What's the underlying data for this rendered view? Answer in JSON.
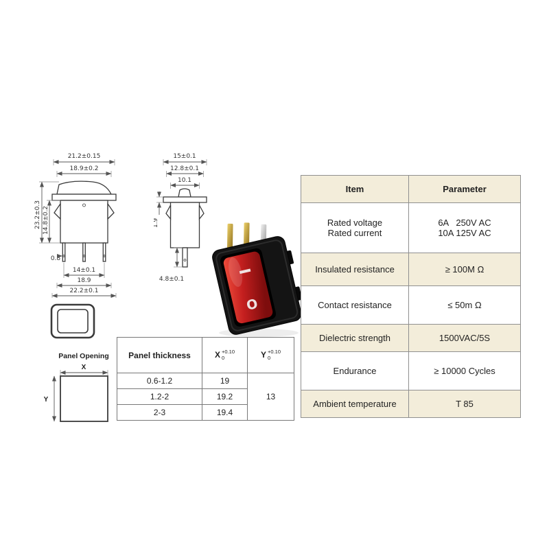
{
  "front_view": {
    "dim_width_outer": "21.2±0.15",
    "dim_width_rocker": "18.9±0.2",
    "dim_height_total": "23.2±0.3",
    "dim_height_body": "14.8±0.2",
    "dim_pin_thickness": "0.8",
    "dim_pin_span": "14±0.1",
    "dim_bottom_rocker": "18.9",
    "dim_bottom_flange": "22.2±0.1"
  },
  "side_view": {
    "dim_depth_flange": "15±0.1",
    "dim_depth_clips": "12.8±0.1",
    "dim_depth_body": "10.1",
    "dim_flange_thickness": "1.9",
    "dim_pin_length": "4.8±0.1"
  },
  "panel_opening": {
    "title": "Panel Opening",
    "x_label": "X",
    "y_label": "Y"
  },
  "photo": {
    "marking_on": "I",
    "marking_off": "O"
  },
  "thickness_table": {
    "header_thickness": "Panel thickness",
    "header_x": "X",
    "header_x_tol_upper": "+0.10",
    "header_x_tol_lower": "0",
    "header_y": "Y",
    "header_y_tol_upper": "+0.10",
    "header_y_tol_lower": "0",
    "rows": [
      {
        "thickness": "0.6-1.2",
        "x": "19"
      },
      {
        "thickness": "1.2-2",
        "x": "19.2"
      },
      {
        "thickness": "2-3",
        "x": "19.4"
      }
    ],
    "y_value": "13"
  },
  "spec_table": {
    "header": {
      "item": "Item",
      "parameter": "Parameter"
    },
    "rated": {
      "item_line1": "Rated voltage",
      "item_line2": "Rated current",
      "param_line1": "6A   250V AC",
      "param_line2": "10A 125V AC"
    },
    "rows": [
      {
        "item": "Insulated resistance",
        "param": "≥ 100M Ω"
      },
      {
        "item": "Contact resistance",
        "param": "≤ 50m Ω"
      },
      {
        "item": "Dielectric strength",
        "param": "1500VAC/5S"
      },
      {
        "item": "Endurance",
        "param": "≥ 10000 Cycles"
      },
      {
        "item": "Ambient temperature",
        "param": "T 85"
      }
    ]
  },
  "colors": {
    "table_beige": "#f3edda",
    "table_border": "#8f8f8f",
    "rocker_red": "#c41f1f",
    "drawing_line": "#3a3a3a"
  }
}
